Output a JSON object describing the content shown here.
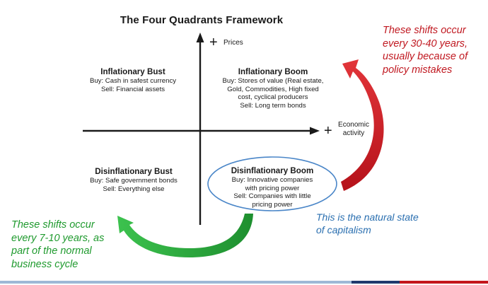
{
  "title": "The Four Quadrants Framework",
  "axes": {
    "y_plus": "+",
    "y_label": "Prices",
    "x_plus": "+",
    "x_label_line1": "Economic",
    "x_label_line2": "activity"
  },
  "quadrants": {
    "inflationary_bust": {
      "title": "Inflationary Bust",
      "lines": [
        "Buy: Cash in safest currency",
        "Sell: Financial assets"
      ]
    },
    "inflationary_boom": {
      "title": "Inflationary Boom",
      "lines": [
        "Buy: Stores of value (Real estate,",
        "Gold, Commodities, High fixed",
        "cost, cyclical producers",
        "Sell: Long term bonds"
      ]
    },
    "disinflationary_bust": {
      "title": "Disinflationary Bust",
      "lines": [
        "Buy: Safe government bonds",
        "Sell: Everything else"
      ]
    },
    "disinflationary_boom": {
      "title": "Disinflationary Boom",
      "lines": [
        "Buy: Innovative companies",
        "with pricing power",
        "Sell: Companies with little",
        "pricing power"
      ]
    }
  },
  "notes": {
    "red": [
      "These shifts occur",
      "every 30-40 years,",
      "usually because of",
      "policy mistakes"
    ],
    "green": [
      "These shifts occur",
      "every 7-10 years, as",
      "part of the normal",
      "business cycle"
    ],
    "blue": [
      "This is the natural state",
      "of capitalism"
    ]
  },
  "colors": {
    "red_arrow": "#c8141c",
    "green_arrow": "#27a83a",
    "ellipse": "#4a86c8",
    "axis": "#1a1a1a",
    "footer_light": "#9db8d6",
    "footer_navy": "#1f3a6e",
    "footer_red": "#c4161c"
  }
}
